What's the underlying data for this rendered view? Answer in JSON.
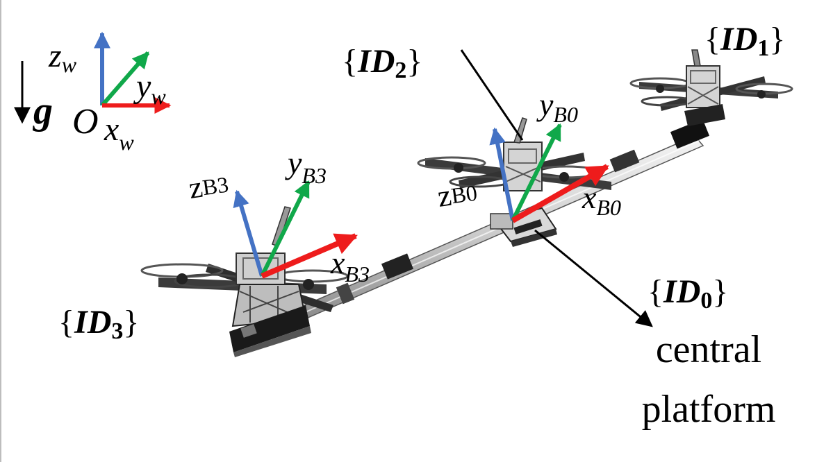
{
  "world_frame": {
    "gravity": "g",
    "origin": "O",
    "z": {
      "base": "z",
      "sub": "w"
    },
    "y": {
      "base": "y",
      "sub": "w"
    },
    "x": {
      "base": "x",
      "sub": "w"
    }
  },
  "frames": {
    "b0": {
      "z": {
        "base": "z",
        "sub": "B0"
      },
      "y": {
        "base": "y",
        "sub": "B0"
      },
      "x": {
        "base": "x",
        "sub": "B0"
      }
    },
    "b3": {
      "z": {
        "base": "z",
        "sub": "B3"
      },
      "y": {
        "base": "y",
        "sub": "B3"
      },
      "x": {
        "base": "x",
        "sub": "B3"
      }
    }
  },
  "id_labels": {
    "id0": {
      "open": "{",
      "base": "ID",
      "sub": "0",
      "close": "}"
    },
    "id1": {
      "open": "{",
      "base": "ID",
      "sub": "1",
      "close": "}"
    },
    "id2": {
      "open": "{",
      "base": "ID",
      "sub": "2",
      "close": "}"
    },
    "id3": {
      "open": "{",
      "base": "ID",
      "sub": "3",
      "close": "}"
    }
  },
  "platform_label": {
    "line1": "central",
    "line2": "platform"
  },
  "colors": {
    "z_axis": "#4472c4",
    "y_axis": "#10a84a",
    "x_axis": "#ee1c1c",
    "callout": "#000000"
  }
}
